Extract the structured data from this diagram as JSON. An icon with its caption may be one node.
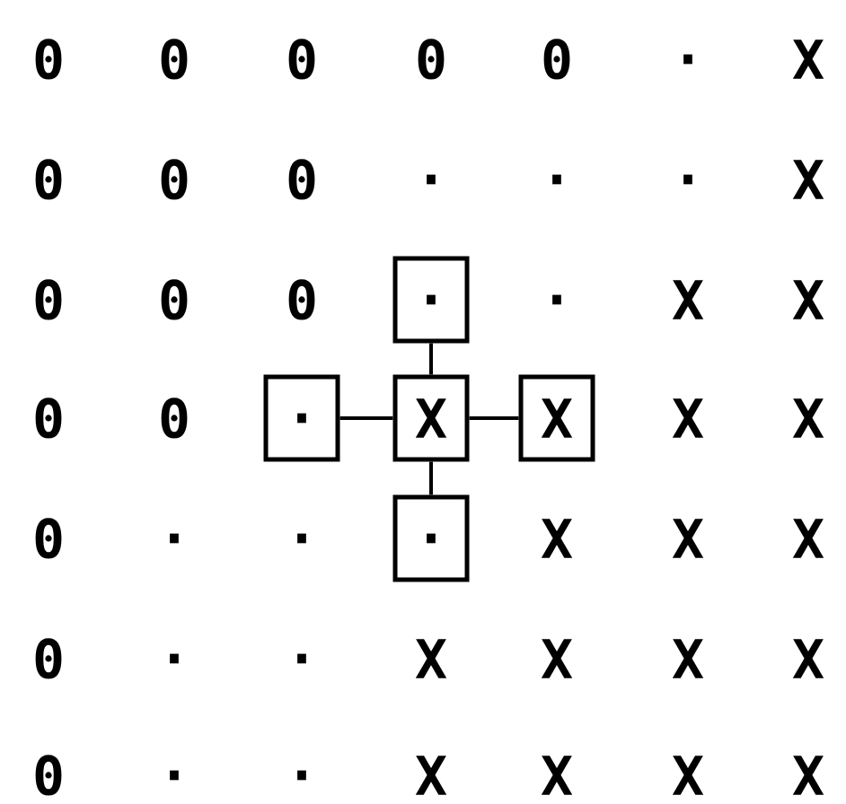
{
  "diagram": {
    "nodes": [
      {
        "text": [
          "."
        ]
      },
      {
        "text": [
          "."
        ]
      },
      {
        "text": [
          "X"
        ]
      },
      {
        "text": [
          "X"
        ]
      },
      {
        "text": [
          "."
        ]
      }
    ],
    "edges": [
      {
        "from": 0,
        "to": 2,
        "arrow": "none"
      },
      {
        "from": 1,
        "to": 2,
        "arrow": "none"
      },
      {
        "from": 2,
        "to": 3,
        "arrow": "none"
      },
      {
        "from": 2,
        "to": 4,
        "arrow": "none"
      }
    ],
    "labels": [
      "0",
      "0",
      "0",
      "0",
      "0",
      ".",
      "X",
      "0",
      "0",
      "0",
      ".",
      ".",
      ".",
      "X",
      "0",
      "0",
      "0",
      ".",
      "X",
      "X",
      "0",
      "0",
      "X",
      "X",
      "0",
      ".",
      ".",
      "X",
      "X",
      "X",
      "0",
      ".",
      ".",
      "X",
      "X",
      "X",
      "X",
      "0",
      ".",
      ".",
      "X",
      "X",
      "X",
      "X"
    ]
  }
}
